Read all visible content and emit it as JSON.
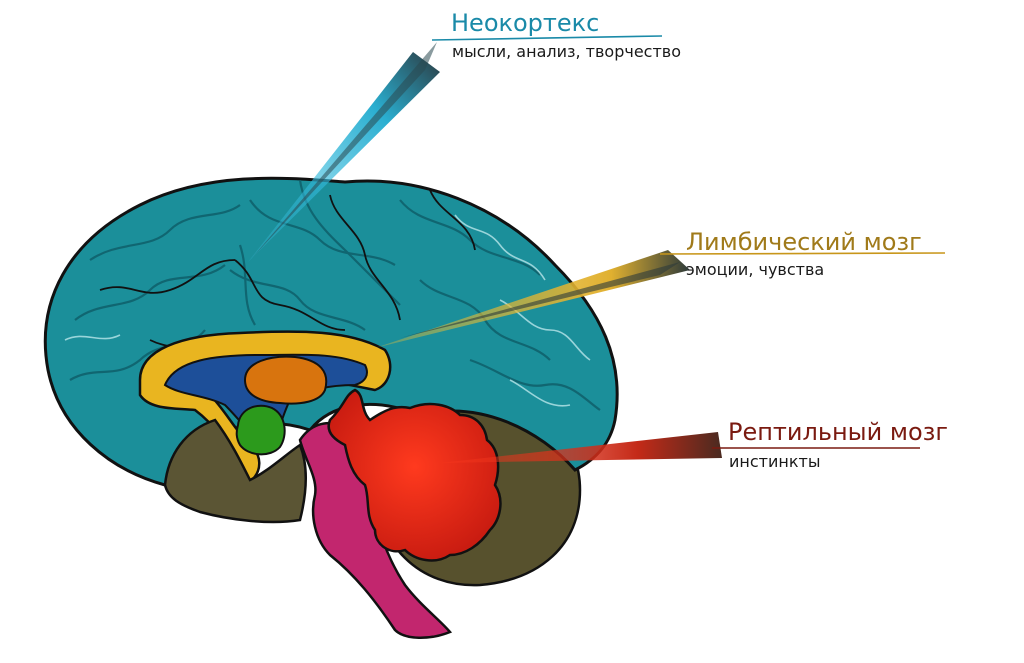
{
  "labels": {
    "neocortex": {
      "title": "Неокортекс",
      "subtitle": "мысли, анализ, творчество"
    },
    "limbic": {
      "title": "Лимбический мозг",
      "subtitle": "эмоции, чувства"
    },
    "reptilian": {
      "title": "Рептильный мозг",
      "subtitle": "инстинкты"
    }
  },
  "colors": {
    "neocortex": "#1b8f9a",
    "neocortex_text": "#1a8aa8",
    "limbic_ring": "#e9b520",
    "limbic_text": "#a07a1a",
    "limbic_core": "#1d4f99",
    "thalamus": "#d8740e",
    "amygdala": "#2c9a1c",
    "reptilian": "#e32211",
    "reptilian_text": "#7a1a10",
    "brainstem": "#c2266e",
    "cerebellum": "#55502c",
    "outline": "#111111"
  }
}
